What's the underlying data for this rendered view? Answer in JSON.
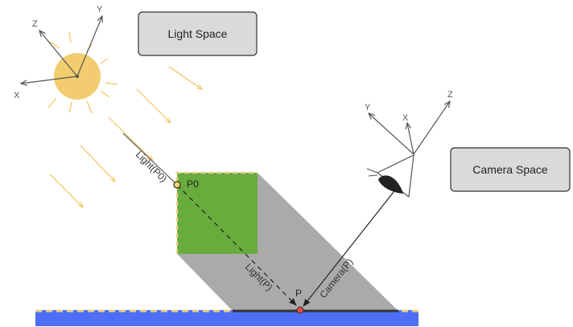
{
  "boxes": {
    "light_space": "Light Space",
    "camera_space": "Camera Space"
  },
  "light_axes": {
    "x": "X",
    "y": "Y",
    "z": "Z"
  },
  "camera_axes": {
    "x": "X",
    "y": "Y",
    "z": "Z"
  },
  "points": {
    "p0": "P0",
    "p": "P"
  },
  "rays": {
    "light_p0": "Light(P0)",
    "light_p": "Light(P)",
    "camera_p": "Camera(P)"
  },
  "colors": {
    "sun": "#f2cc6e",
    "sun_rays": "#f3c35e",
    "cube": "#67ac3c",
    "shadow": "#aaaaaa",
    "ground": "#4d6ef5",
    "dashed_edge": "#e8cf87",
    "point_p": "#e84a4a",
    "point_p0": "#f5d36b"
  }
}
